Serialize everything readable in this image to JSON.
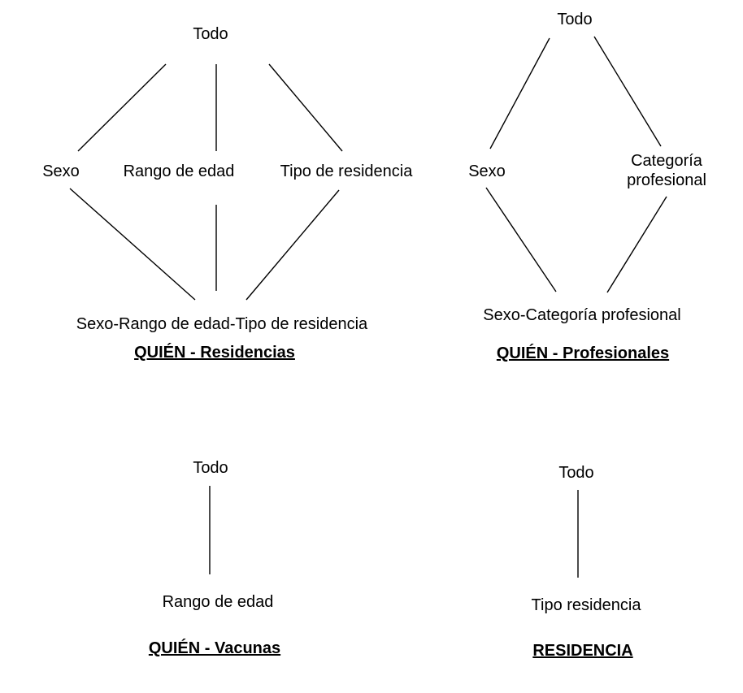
{
  "diagrams": {
    "residencias": {
      "todo": "Todo",
      "sexo": "Sexo",
      "rango": "Rango de edad",
      "tipo": "Tipo de residencia",
      "combo": "Sexo-Rango de edad-Tipo de residencia",
      "title": "QUIÉN - Residencias"
    },
    "profesionales": {
      "todo": "Todo",
      "sexo": "Sexo",
      "categoria": "Categoría profesional",
      "combo": "Sexo-Categoría profesional",
      "title": "QUIÉN - Profesionales"
    },
    "vacunas": {
      "todo": "Todo",
      "rango": "Rango de edad",
      "title": "QUIÉN - Vacunas"
    },
    "residencia": {
      "todo": "Todo",
      "tipo": "Tipo residencia",
      "title": "RESIDENCIA"
    }
  }
}
